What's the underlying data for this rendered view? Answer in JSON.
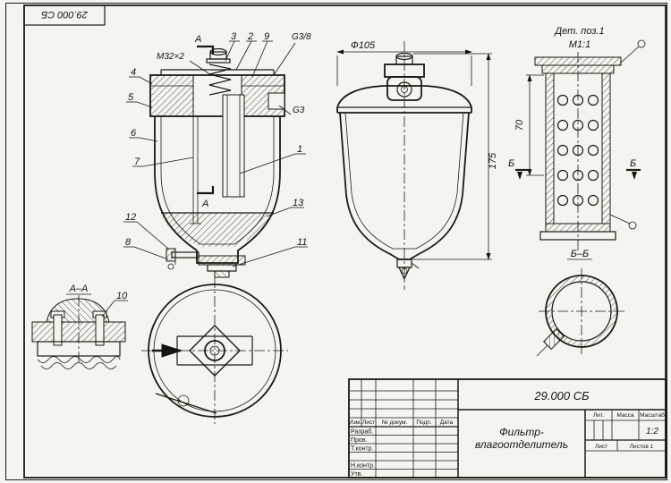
{
  "corner_stamp": "29.000 СБ",
  "labels": {
    "section_a_top": "А",
    "section_a_bottom": "А",
    "section_aa": "А–А",
    "section_b_left": "Б",
    "section_b_right": "Б",
    "section_bb": "Б–Б",
    "detail_title": "Дет. поз.1",
    "detail_scale": "М1:1",
    "thread_m32": "М32×2",
    "thread_g38": "G3/8",
    "thread_g3": "G3"
  },
  "dims": {
    "dia105": "Ф105",
    "h175": "175",
    "h70": "70"
  },
  "callouts": {
    "n1": "1",
    "n2": "2",
    "n3": "3",
    "n4": "4",
    "n5": "5",
    "n6": "6",
    "n7": "7",
    "n8": "8",
    "n9": "9",
    "n10": "10",
    "n11": "11",
    "n12": "12",
    "n13": "13"
  },
  "title_block": {
    "doc_number": "29.000 СБ",
    "product_name_line1": "Фильтр-",
    "product_name_line2": "влагоотделитель",
    "header_izm": "Изм.",
    "header_list": "Лист",
    "header_docnum": "№ докум.",
    "header_podp": "Подп.",
    "header_data": "Дата",
    "row_razrab": "Разраб.",
    "row_prov": "Пров.",
    "row_tkontr": "Т.контр.",
    "row_nkontr": "Н.контр.",
    "row_utv": "Утв.",
    "lit_label": "Лит.",
    "mass_label": "Масса",
    "scale_label": "Масштаб",
    "scale_value": "1:2",
    "sheet_label": "Лист",
    "sheets_label": "Листов 1"
  }
}
